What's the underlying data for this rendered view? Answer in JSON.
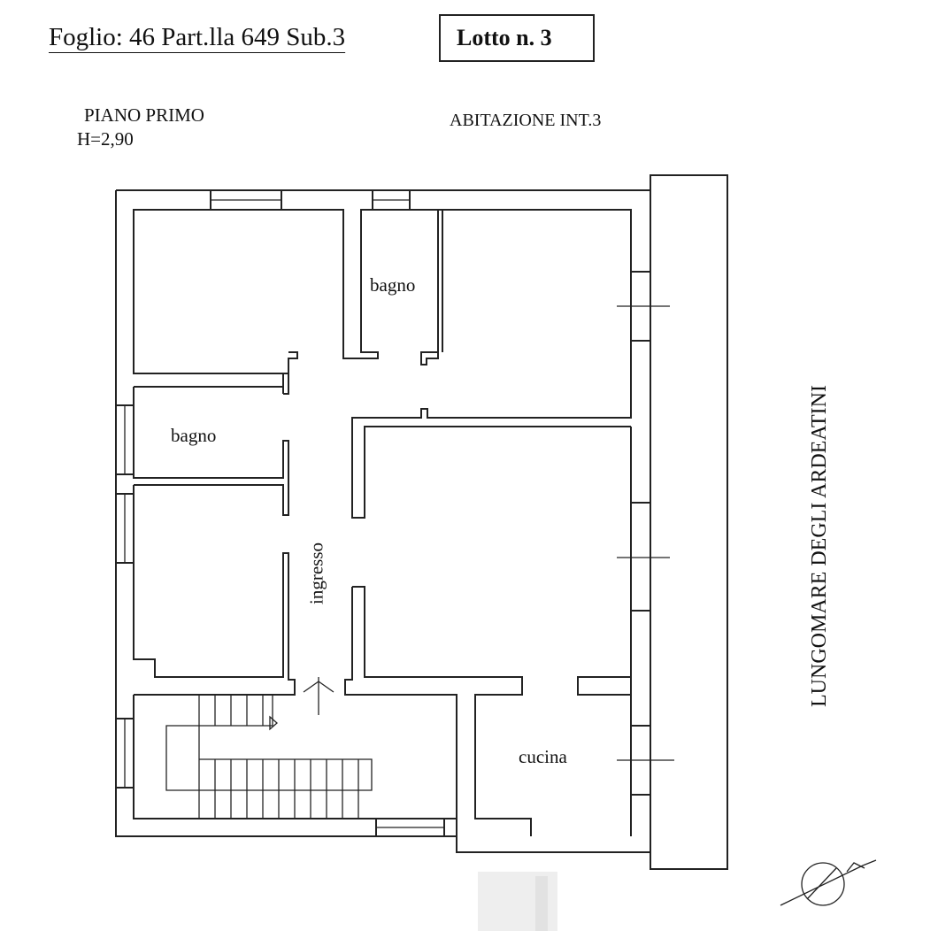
{
  "header": {
    "foglio": "Foglio: 46 Part.lla 649 Sub.3",
    "lotto": "Lotto n. 3"
  },
  "plan": {
    "floor": "PIANO PRIMO",
    "height": "H=2,90",
    "unit": "ABITAZIONE INT.3",
    "street": "LUNGOMARE DEGLI ARDEATINI",
    "rooms": {
      "bagno_top": "bagno",
      "bagno_left": "bagno",
      "ingresso": "ingresso",
      "cucina": "cucina"
    }
  },
  "icons": {
    "north_arrow": "north-arrow-icon",
    "entrance": "entrance-arrow-icon"
  }
}
